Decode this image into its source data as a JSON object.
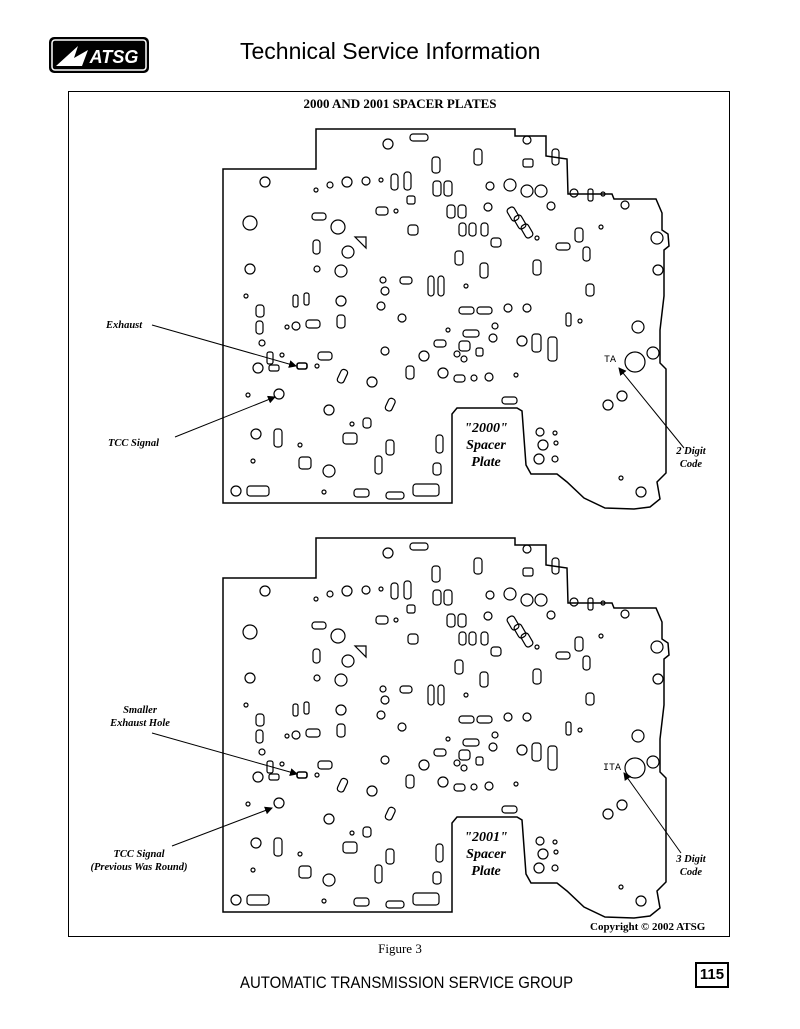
{
  "header": {
    "logo_text": "ATSG",
    "title": "Technical Service Information"
  },
  "figure": {
    "title": "2000 AND 2001 SPACER PLATES",
    "plate_2000": {
      "name_line1": "\"2000\"",
      "name_line2": "Spacer",
      "name_line3": "Plate",
      "code_text": "TA",
      "callouts": {
        "exhaust": "Exhaust",
        "tcc_signal": "TCC Signal",
        "code_line1": "2 Digit",
        "code_line2": "Code"
      }
    },
    "plate_2001": {
      "name_line1": "\"2001\"",
      "name_line2": "Spacer",
      "name_line3": "Plate",
      "code_text": "ITA",
      "callouts": {
        "exhaust_line1": "Smaller",
        "exhaust_line2": "Exhaust Hole",
        "tcc_line1": "TCC Signal",
        "tcc_line2": "(Previous Was Round)",
        "code_line1": "3 Digit",
        "code_line2": "Code"
      }
    },
    "copyright": "Copyright © 2002 ATSG",
    "caption": "Figure 3"
  },
  "footer": {
    "org": "AUTOMATIC TRANSMISSION SERVICE GROUP",
    "page_number": "115"
  }
}
